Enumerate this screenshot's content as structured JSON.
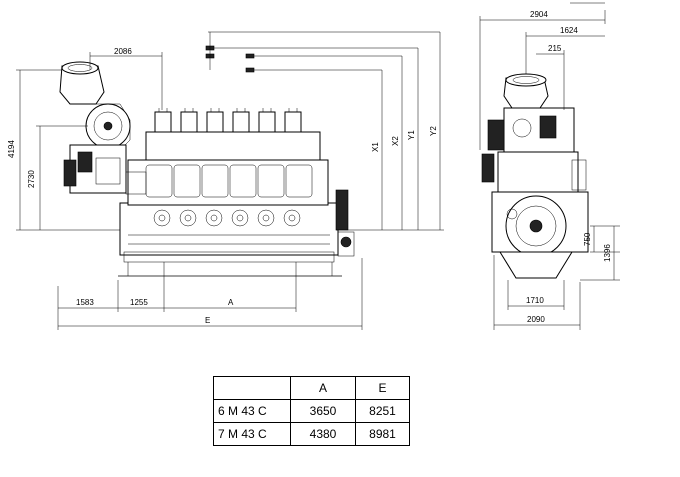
{
  "dimensions": {
    "d2086": "2086",
    "d2904": "2904",
    "d1624": "1624",
    "d215": "215",
    "d4194": "4194",
    "d2730": "2730",
    "x1": "X1",
    "x2": "X2",
    "y1": "Y1",
    "y2": "Y2",
    "d1583": "1583",
    "d1255": "1255",
    "a": "A",
    "e": "E",
    "d750": "750",
    "d1396": "1396",
    "d1710": "1710",
    "d2090": "2090"
  },
  "table": {
    "headers": [
      "",
      "A",
      "E"
    ],
    "rows": [
      [
        "6 M 43 C",
        "3650",
        "8251"
      ],
      [
        "7 M 43 C",
        "4380",
        "8981"
      ]
    ]
  }
}
